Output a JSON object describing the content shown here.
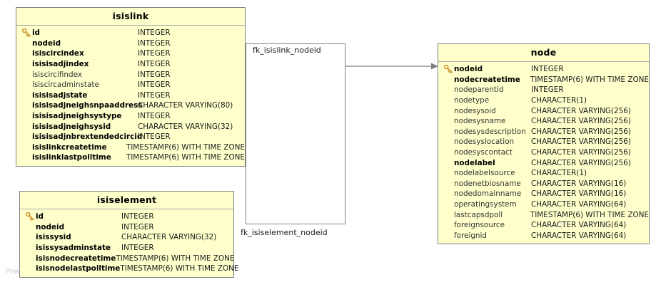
{
  "diagram": {
    "type": "entity-relationship-diagram",
    "watermark": "Pow"
  },
  "entities": [
    {
      "name": "isislink",
      "fields": [
        {
          "pk": true,
          "name": "id",
          "type": "INTEGER",
          "required": true
        },
        {
          "pk": false,
          "name": "nodeid",
          "type": "INTEGER",
          "required": true
        },
        {
          "pk": false,
          "name": "isiscircindex",
          "type": "INTEGER",
          "required": true
        },
        {
          "pk": false,
          "name": "isisisadjindex",
          "type": "INTEGER",
          "required": true
        },
        {
          "pk": false,
          "name": "isiscircifindex",
          "type": "INTEGER",
          "required": false
        },
        {
          "pk": false,
          "name": "isiscircadminstate",
          "type": "INTEGER",
          "required": false
        },
        {
          "pk": false,
          "name": "isisisadjstate",
          "type": "INTEGER",
          "required": true
        },
        {
          "pk": false,
          "name": "isisisadjneighsnpaaddress",
          "type": "CHARACTER VARYING(80)",
          "required": true
        },
        {
          "pk": false,
          "name": "isisisadjneighsystype",
          "type": "INTEGER",
          "required": true
        },
        {
          "pk": false,
          "name": "isisisadjneighsysid",
          "type": "CHARACTER VARYING(32)",
          "required": true
        },
        {
          "pk": false,
          "name": "isisisadjnbrextendedcircid",
          "type": "INTEGER",
          "required": true
        },
        {
          "pk": false,
          "name": "isislinkcreatetime",
          "type": "TIMESTAMP(6) WITH TIME ZONE",
          "required": true
        },
        {
          "pk": false,
          "name": "isislinklastpolltime",
          "type": "TIMESTAMP(6) WITH TIME ZONE",
          "required": true
        }
      ]
    },
    {
      "name": "isiselement",
      "fields": [
        {
          "pk": true,
          "name": "id",
          "type": "INTEGER",
          "required": true
        },
        {
          "pk": false,
          "name": "nodeid",
          "type": "INTEGER",
          "required": true
        },
        {
          "pk": false,
          "name": "isissysid",
          "type": "CHARACTER VARYING(32)",
          "required": true
        },
        {
          "pk": false,
          "name": "isissysadminstate",
          "type": "INTEGER",
          "required": true
        },
        {
          "pk": false,
          "name": "isisnodecreatetime",
          "type": "TIMESTAMP(6) WITH TIME ZONE",
          "required": true
        },
        {
          "pk": false,
          "name": "isisnodelastpolltime",
          "type": "TIMESTAMP(6) WITH TIME ZONE",
          "required": true
        }
      ]
    },
    {
      "name": "node",
      "fields": [
        {
          "pk": true,
          "name": "nodeid",
          "type": "INTEGER",
          "required": true
        },
        {
          "pk": false,
          "name": "nodecreatetime",
          "type": "TIMESTAMP(6) WITH TIME ZONE",
          "required": true
        },
        {
          "pk": false,
          "name": "nodeparentid",
          "type": "INTEGER",
          "required": false
        },
        {
          "pk": false,
          "name": "nodetype",
          "type": "CHARACTER(1)",
          "required": false
        },
        {
          "pk": false,
          "name": "nodesysoid",
          "type": "CHARACTER VARYING(256)",
          "required": false
        },
        {
          "pk": false,
          "name": "nodesysname",
          "type": "CHARACTER VARYING(256)",
          "required": false
        },
        {
          "pk": false,
          "name": "nodesysdescription",
          "type": "CHARACTER VARYING(256)",
          "required": false
        },
        {
          "pk": false,
          "name": "nodesyslocation",
          "type": "CHARACTER VARYING(256)",
          "required": false
        },
        {
          "pk": false,
          "name": "nodesyscontact",
          "type": "CHARACTER VARYING(256)",
          "required": false
        },
        {
          "pk": false,
          "name": "nodelabel",
          "type": "CHARACTER VARYING(256)",
          "required": true
        },
        {
          "pk": false,
          "name": "nodelabelsource",
          "type": "CHARACTER(1)",
          "required": false
        },
        {
          "pk": false,
          "name": "nodenetbiosname",
          "type": "CHARACTER VARYING(16)",
          "required": false
        },
        {
          "pk": false,
          "name": "nodedomainname",
          "type": "CHARACTER VARYING(16)",
          "required": false
        },
        {
          "pk": false,
          "name": "operatingsystem",
          "type": "CHARACTER VARYING(64)",
          "required": false
        },
        {
          "pk": false,
          "name": "lastcapsdpoll",
          "type": "TIMESTAMP(6) WITH TIME ZONE",
          "required": false
        },
        {
          "pk": false,
          "name": "foreignsource",
          "type": "CHARACTER VARYING(64)",
          "required": false
        },
        {
          "pk": false,
          "name": "foreignid",
          "type": "CHARACTER VARYING(64)",
          "required": false
        }
      ]
    }
  ],
  "relationships": [
    {
      "label": "fk_isislink_nodeid",
      "from": "isislink",
      "to": "node"
    },
    {
      "label": "fk_isiselement_nodeid",
      "from": "isiselement",
      "to": "node"
    }
  ],
  "colors": {
    "entity_fill": "#ffffcc",
    "entity_border": "#808080",
    "connector": "#808080",
    "key_icon": "#cc9933"
  }
}
